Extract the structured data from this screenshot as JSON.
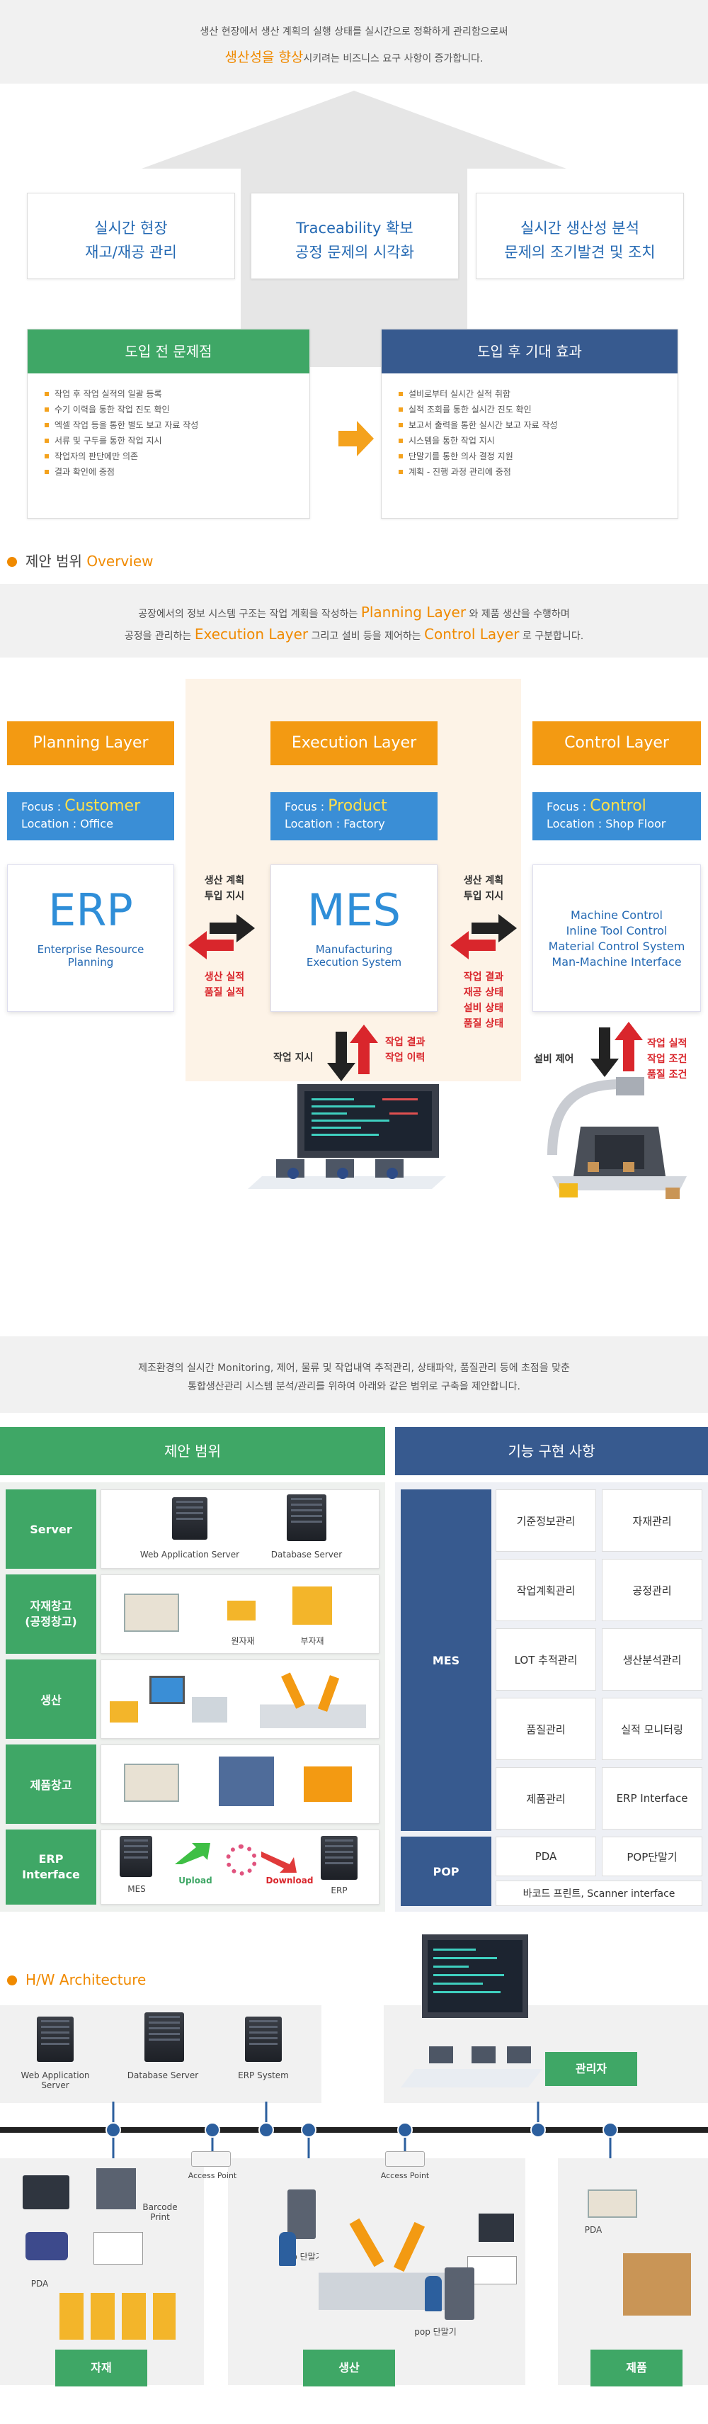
{
  "intro": {
    "line1": "생산 현장에서 생산 계획의 실행 상태를 실시간으로 정확하게 관리함으로써",
    "line2_hl": "생산성을 향상",
    "line2_rest": "시키려는 비즈니스 요구 사항이 증가합니다."
  },
  "goals": [
    {
      "l1": "실시간 현장",
      "l2": "재고/재공 관리"
    },
    {
      "l1": "Traceability 확보",
      "l2": "공정 문제의 시각화"
    },
    {
      "l1": "실시간 생산성 분석",
      "l2": "문제의 조기발견 및 조치"
    }
  ],
  "before": {
    "title": "도입 전 문제점",
    "items": [
      "작업 후 작업 실적의 일괄 등록",
      "수기 이력을 통한 작업 진도 확인",
      "엑셀 작업 등을 통한 별도 보고 자료 작성",
      "서류 및 구두를 통한 작업 지시",
      "작업자의 판단에만 의존",
      "결과 확인에 중점"
    ]
  },
  "after": {
    "title": "도입 후 기대 효과",
    "items": [
      "설비로부터 실시간 실적 취합",
      "실적 조회를 통한 실시간 진도 확인",
      "보고서 출력을 통한 실시간 보고 자료 작성",
      "시스템을 통한 작업 지시",
      "단말기를 통한 의사 결정 지원",
      "계획 - 진행 과정 관리에 중점"
    ]
  },
  "overview": {
    "title": "제안 범위",
    "title_en": "Overview",
    "d1a": "공장에서의 정보 시스템 구조는 작업 계획을 작성하는 ",
    "d1b": "Planning Layer",
    "d1c": " 와 제품 생산을 수행하며",
    "d2a": "공정을 관리하는 ",
    "d2b": "Execution Layer",
    "d2c": " 그리고 설비 등을 제어하는 ",
    "d2d": "Control Layer",
    "d2e": " 로 구분합니다."
  },
  "layers": [
    {
      "name": "Planning Layer",
      "focus_lbl": "Focus : ",
      "focus": "Customer",
      "loc": "Location : Office",
      "sys": "ERP",
      "sys_desc": [
        "Enterprise Resource",
        "Planning"
      ]
    },
    {
      "name": "Execution Layer",
      "focus_lbl": "Focus : ",
      "focus": "Product",
      "loc": "Location : Factory",
      "sys": "MES",
      "sys_desc": [
        "Manufacturing",
        "Execution System"
      ]
    },
    {
      "name": "Control Layer",
      "focus_lbl": "Focus : ",
      "focus": "Control",
      "loc": "Location : Shop Floor",
      "sys": "",
      "sys_desc": [
        "Machine Control",
        "Inline Tool Control",
        "Material Control System",
        "Man-Machine Interface"
      ]
    }
  ],
  "flows": {
    "erp_mes_top": [
      "생산 계획",
      "투입 지시"
    ],
    "erp_mes_bot": [
      "생산 실적",
      "품질 실적"
    ],
    "mes_ctl_top": [
      "생산 계획",
      "투입 지시"
    ],
    "mes_ctl_bot": [
      "작업 결과",
      "재공 상태",
      "설비 상태",
      "품질 상태"
    ],
    "mes_down": "작업 지시",
    "mes_up": [
      "작업 결과",
      "작업 이력"
    ],
    "ctl_down": "설비 제어",
    "ctl_up": [
      "작업 실적",
      "작업 조건",
      "품질 조건"
    ]
  },
  "scope_intro": {
    "l1": "제조환경의 실시간 Monitoring, 제어, 물류 및 작업내역 추적관리, 상태파악, 품질관리 등에 초점을 맞춘",
    "l2": "통합생산관리 시스템 분석/관리를 위하여 아래와 같은 범위로 구축을 제안합니다."
  },
  "scope": {
    "title": "제안 범위",
    "rows": [
      {
        "label": "Server",
        "items": [
          "Web Application Server",
          "Database Server"
        ]
      },
      {
        "label": "자재창고\n(공정창고)",
        "items": [
          "원자재",
          "부자재"
        ]
      },
      {
        "label": "생산",
        "items": []
      },
      {
        "label": "제품창고",
        "items": []
      },
      {
        "label": "ERP\nInterface",
        "items": [
          "MES",
          "Upload",
          "Download",
          "ERP"
        ]
      }
    ]
  },
  "func": {
    "title": "기능 구현 사항",
    "mes_label": "MES",
    "mes_items": [
      "기준정보관리",
      "자재관리",
      "작업계획관리",
      "공정관리",
      "LOT 추적관리",
      "생산분석관리",
      "품질관리",
      "실적 모니터링",
      "제품관리",
      "ERP Interface"
    ],
    "pop_label": "POP",
    "pop_items": [
      "PDA",
      "POP단말기"
    ],
    "pop_wide": "바코드 프린트, Scanner interface"
  },
  "hw": {
    "title": "H/W Architecture",
    "servers": [
      "Web Application\nServer",
      "Database Server",
      "ERP System"
    ],
    "admin": "관리자",
    "ap1": "Access Point",
    "ap2": "Access Point",
    "barcode": "Barcode\nPrint",
    "pda1": "PDA",
    "pop1": "pop 단말기",
    "pop2": "pop 단말기",
    "pda2": "PDA",
    "zones": [
      "자재",
      "생산",
      "제품"
    ]
  },
  "colors": {
    "green": "#3fa766",
    "navy": "#375a8f",
    "orange": "#f39a12",
    "blue": "#3a8ed6",
    "red": "#d9262c"
  }
}
